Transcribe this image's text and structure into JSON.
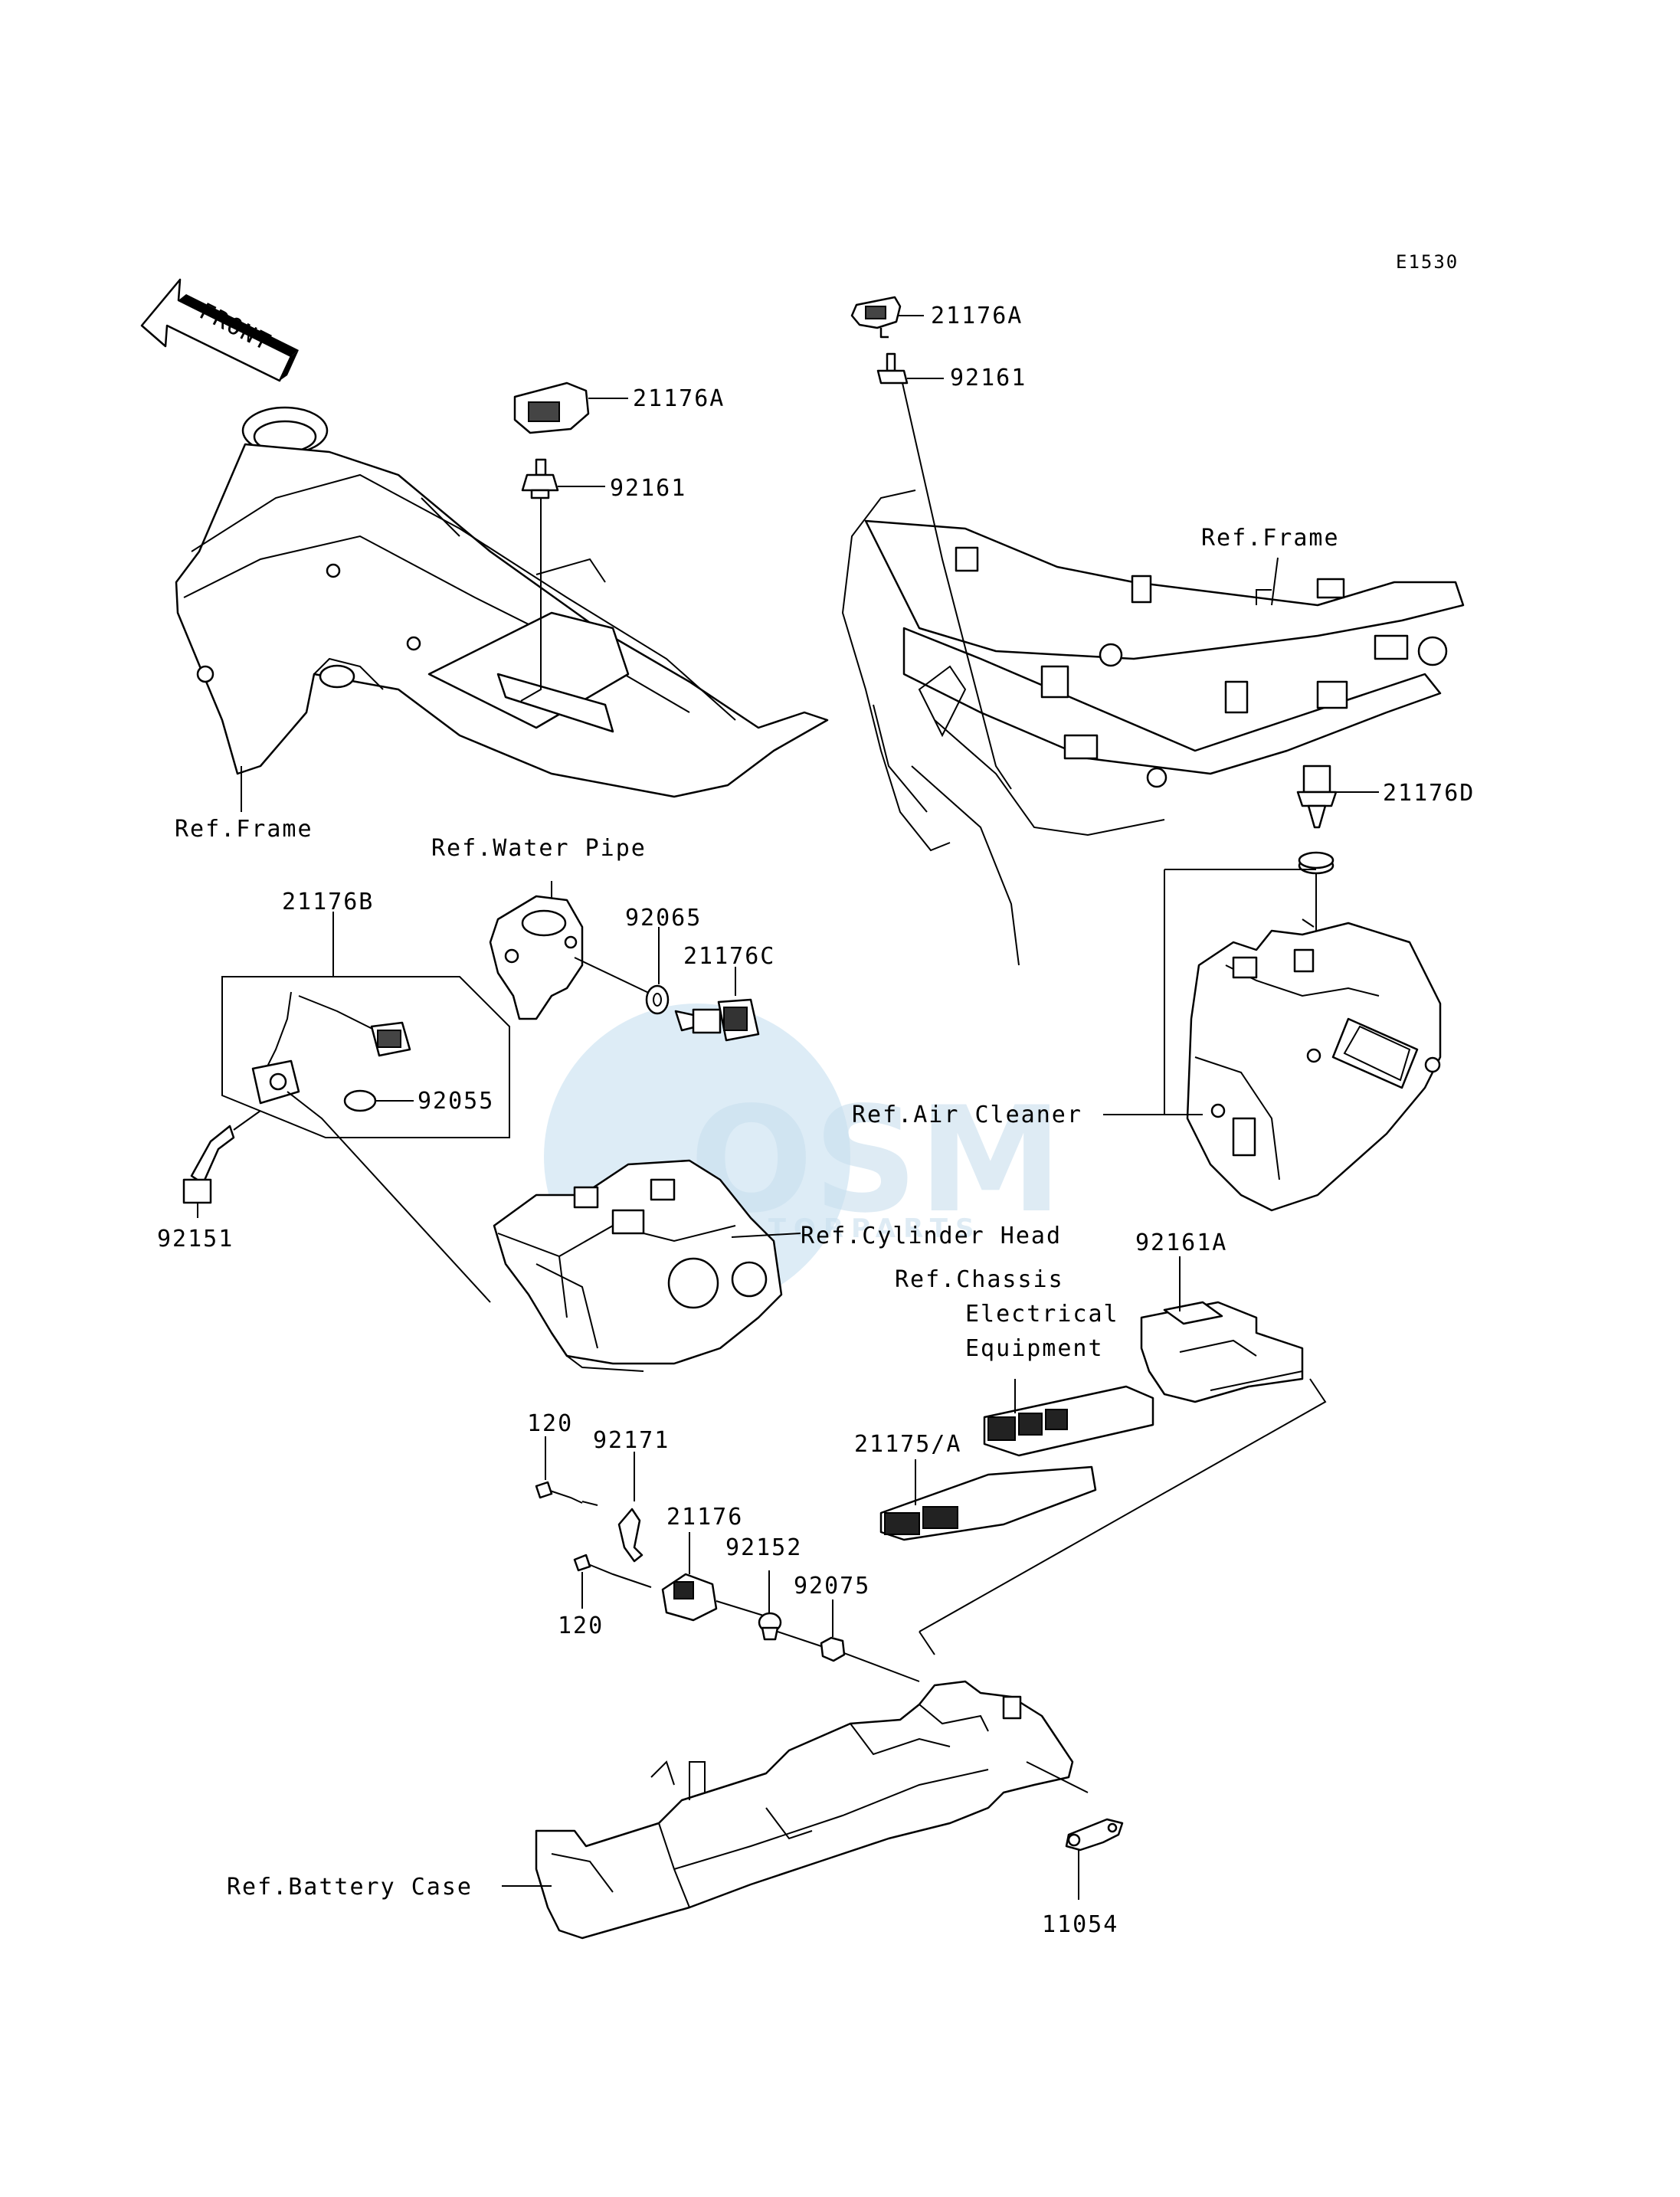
{
  "diagram_code": "E1530",
  "front_arrow": "FRONT",
  "watermark": {
    "logo": "OSM",
    "subtitle": "MOTORPARTS"
  },
  "labels": {
    "p21176A_left": "21176A",
    "p92161_left": "92161",
    "p21176A_right": "21176A",
    "p92161_right": "92161",
    "ref_frame_left": "Ref.Frame",
    "ref_frame_right": "Ref.Frame",
    "p21176D": "21176D",
    "ref_water_pipe": "Ref.Water Pipe",
    "p21176B": "21176B",
    "p92065": "92065",
    "p21176C": "21176C",
    "p92055": "92055",
    "ref_air_cleaner": "Ref.Air Cleaner",
    "p92151": "92151",
    "ref_cylinder_head": "Ref.Cylinder Head",
    "p92161A": "92161A",
    "ref_chassis_1": "Ref.Chassis",
    "ref_chassis_2": "Electrical",
    "ref_chassis_3": "Equipment",
    "p21175A": "21175/A",
    "p120_top": "120",
    "p92171": "92171",
    "p21176": "21176",
    "p92152": "92152",
    "p92075": "92075",
    "p120_bottom": "120",
    "ref_battery_case": "Ref.Battery Case",
    "p11054": "11054"
  }
}
